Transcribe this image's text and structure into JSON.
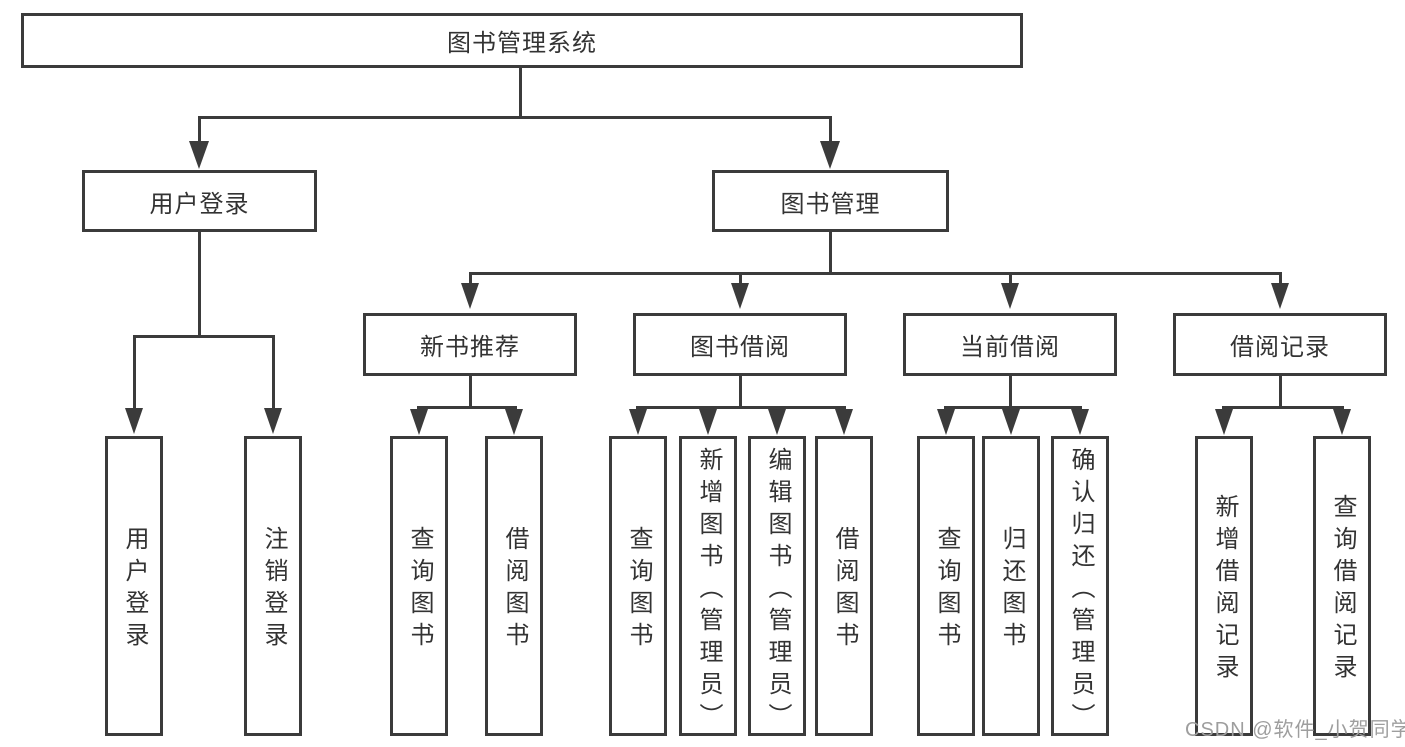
{
  "diagram": {
    "type": "hierarchy-tree",
    "root": {
      "label": "图书管理系统"
    },
    "children": [
      {
        "label": "用户登录",
        "children": [
          "用户登录",
          "注销登录"
        ]
      },
      {
        "label": "图书管理",
        "children": [
          {
            "label": "新书推荐",
            "children": [
              "查询图书",
              "借阅图书"
            ]
          },
          {
            "label": "图书借阅",
            "children": [
              "查询图书",
              "新增图书（管理员）",
              "编辑图书（管理员）",
              "借阅图书"
            ]
          },
          {
            "label": "当前借阅",
            "children": [
              "查询图书",
              "归还图书",
              "确认归还（管理员）"
            ]
          },
          {
            "label": "借阅记录",
            "children": [
              "新增借阅记录",
              "查询借阅记录"
            ]
          }
        ]
      }
    ]
  },
  "watermark": "CSDN @软件_小贺同学",
  "colors": {
    "line": "#3b3b3b",
    "text": "#333333",
    "watermark": "#9e9e9e",
    "background": "#ffffff"
  }
}
